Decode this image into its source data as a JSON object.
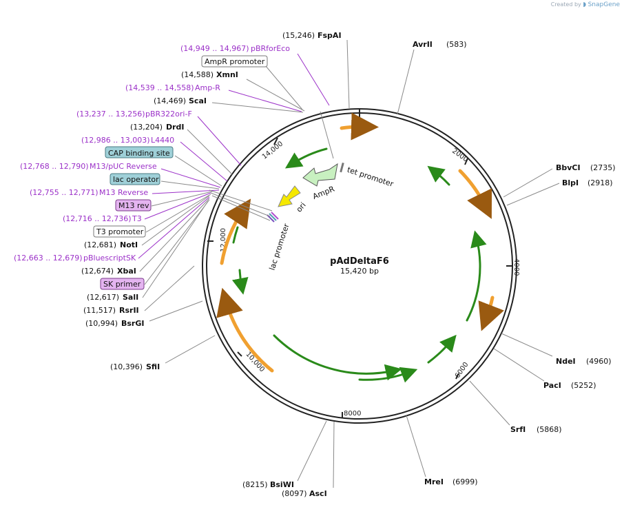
{
  "brand": {
    "created_by": "Created by",
    "app": "SnapGene"
  },
  "plasmid": {
    "name": "pAdDeltaF6",
    "length_label": "15,420 bp"
  },
  "ticks": [
    "2000",
    "4000",
    "6000",
    "8000",
    "10,000",
    "12,000",
    "14,000"
  ],
  "left_labels": [
    {
      "pos": "(15,246)",
      "name": "FspAI",
      "kind": "site"
    },
    {
      "pos": "(14,949 .. 14,967)",
      "name": "pBRforEco",
      "kind": "primer"
    },
    {
      "pos": "",
      "name": "AmpR promoter",
      "kind": "box-white"
    },
    {
      "pos": "(14,588)",
      "name": "XmnI",
      "kind": "site"
    },
    {
      "pos": "(14,539 .. 14,558)",
      "name": "Amp-R",
      "kind": "primer"
    },
    {
      "pos": "(14,469)",
      "name": "ScaI",
      "kind": "site"
    },
    {
      "pos": "(13,237 .. 13,256)",
      "name": "pBR322ori-F",
      "kind": "primer"
    },
    {
      "pos": "(13,204)",
      "name": "DrdI",
      "kind": "site"
    },
    {
      "pos": "(12,986 .. 13,003)",
      "name": "L4440",
      "kind": "primer"
    },
    {
      "pos": "",
      "name": "CAP binding site",
      "kind": "box-teal"
    },
    {
      "pos": "(12,768 .. 12,790)",
      "name": "M13/pUC Reverse",
      "kind": "primer"
    },
    {
      "pos": "",
      "name": "lac operator",
      "kind": "box-teal"
    },
    {
      "pos": "(12,755 .. 12,771)",
      "name": "M13 Reverse",
      "kind": "primer"
    },
    {
      "pos": "",
      "name": "M13 rev",
      "kind": "box-purple"
    },
    {
      "pos": "(12,716 .. 12,736)",
      "name": "T3",
      "kind": "primer"
    },
    {
      "pos": "",
      "name": "T3 promoter",
      "kind": "box-white"
    },
    {
      "pos": "(12,681)",
      "name": "NotI",
      "kind": "site"
    },
    {
      "pos": "(12,663 .. 12,679)",
      "name": "pBluescriptSK",
      "kind": "primer"
    },
    {
      "pos": "(12,674)",
      "name": "XbaI",
      "kind": "site"
    },
    {
      "pos": "",
      "name": "SK primer",
      "kind": "box-purple"
    },
    {
      "pos": "(12,617)",
      "name": "SalI",
      "kind": "site"
    },
    {
      "pos": "(11,517)",
      "name": "RsrII",
      "kind": "site"
    },
    {
      "pos": "(10,994)",
      "name": "BsrGI",
      "kind": "site"
    },
    {
      "pos": "(10,396)",
      "name": "SfiI",
      "kind": "site"
    }
  ],
  "right_labels": [
    {
      "name": "AvrII",
      "pos": "(583)"
    },
    {
      "name": "BbvCI",
      "pos": "(2735)"
    },
    {
      "name": "BlpI",
      "pos": "(2918)"
    },
    {
      "name": "NdeI",
      "pos": "(4960)"
    },
    {
      "name": "PacI",
      "pos": "(5252)"
    },
    {
      "name": "SrfI",
      "pos": "(5868)"
    },
    {
      "name": "MreI",
      "pos": "(6999)"
    }
  ],
  "bottom_labels": [
    {
      "pos": "(8215)",
      "name": "BsiWI"
    },
    {
      "pos": "(8097)",
      "name": "AscI"
    }
  ],
  "inner_features": [
    "tet promoter",
    "AmpR",
    "ori",
    "lac promoter"
  ],
  "colors": {
    "primer": "#9b30c8",
    "orf": "#f0a030",
    "green": "#2a8a1a",
    "teal_box": "#9fd0d8",
    "purple_box": "#e4b4f0",
    "ori": "#f5e800"
  }
}
